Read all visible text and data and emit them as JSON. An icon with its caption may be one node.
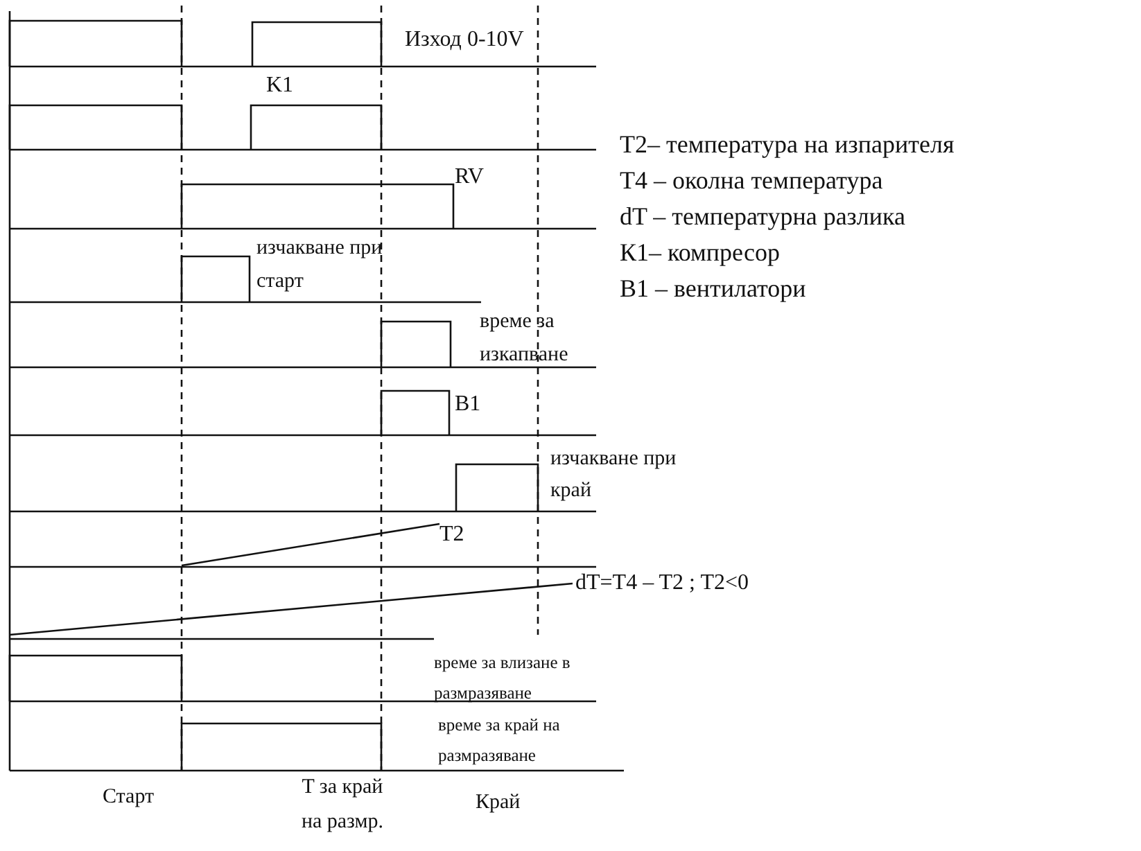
{
  "diagram": {
    "labels": [
      "Изход  0-10V",
      "K1",
      "RV",
      "изчакване при старт",
      "време за изкапване",
      "B1",
      "изчакване при край",
      "T2",
      "dT=T4 – T2 ; T2<0",
      "време за влизане в размразяване",
      "време за край на размразяване",
      "Старт",
      "T за край на размр.",
      "Край",
      "T2– температура на изпарителя",
      "T4 – околна температура",
      "dT – температурна разлика",
      "К1– компресор",
      "B1 – вентилатори"
    ]
  }
}
